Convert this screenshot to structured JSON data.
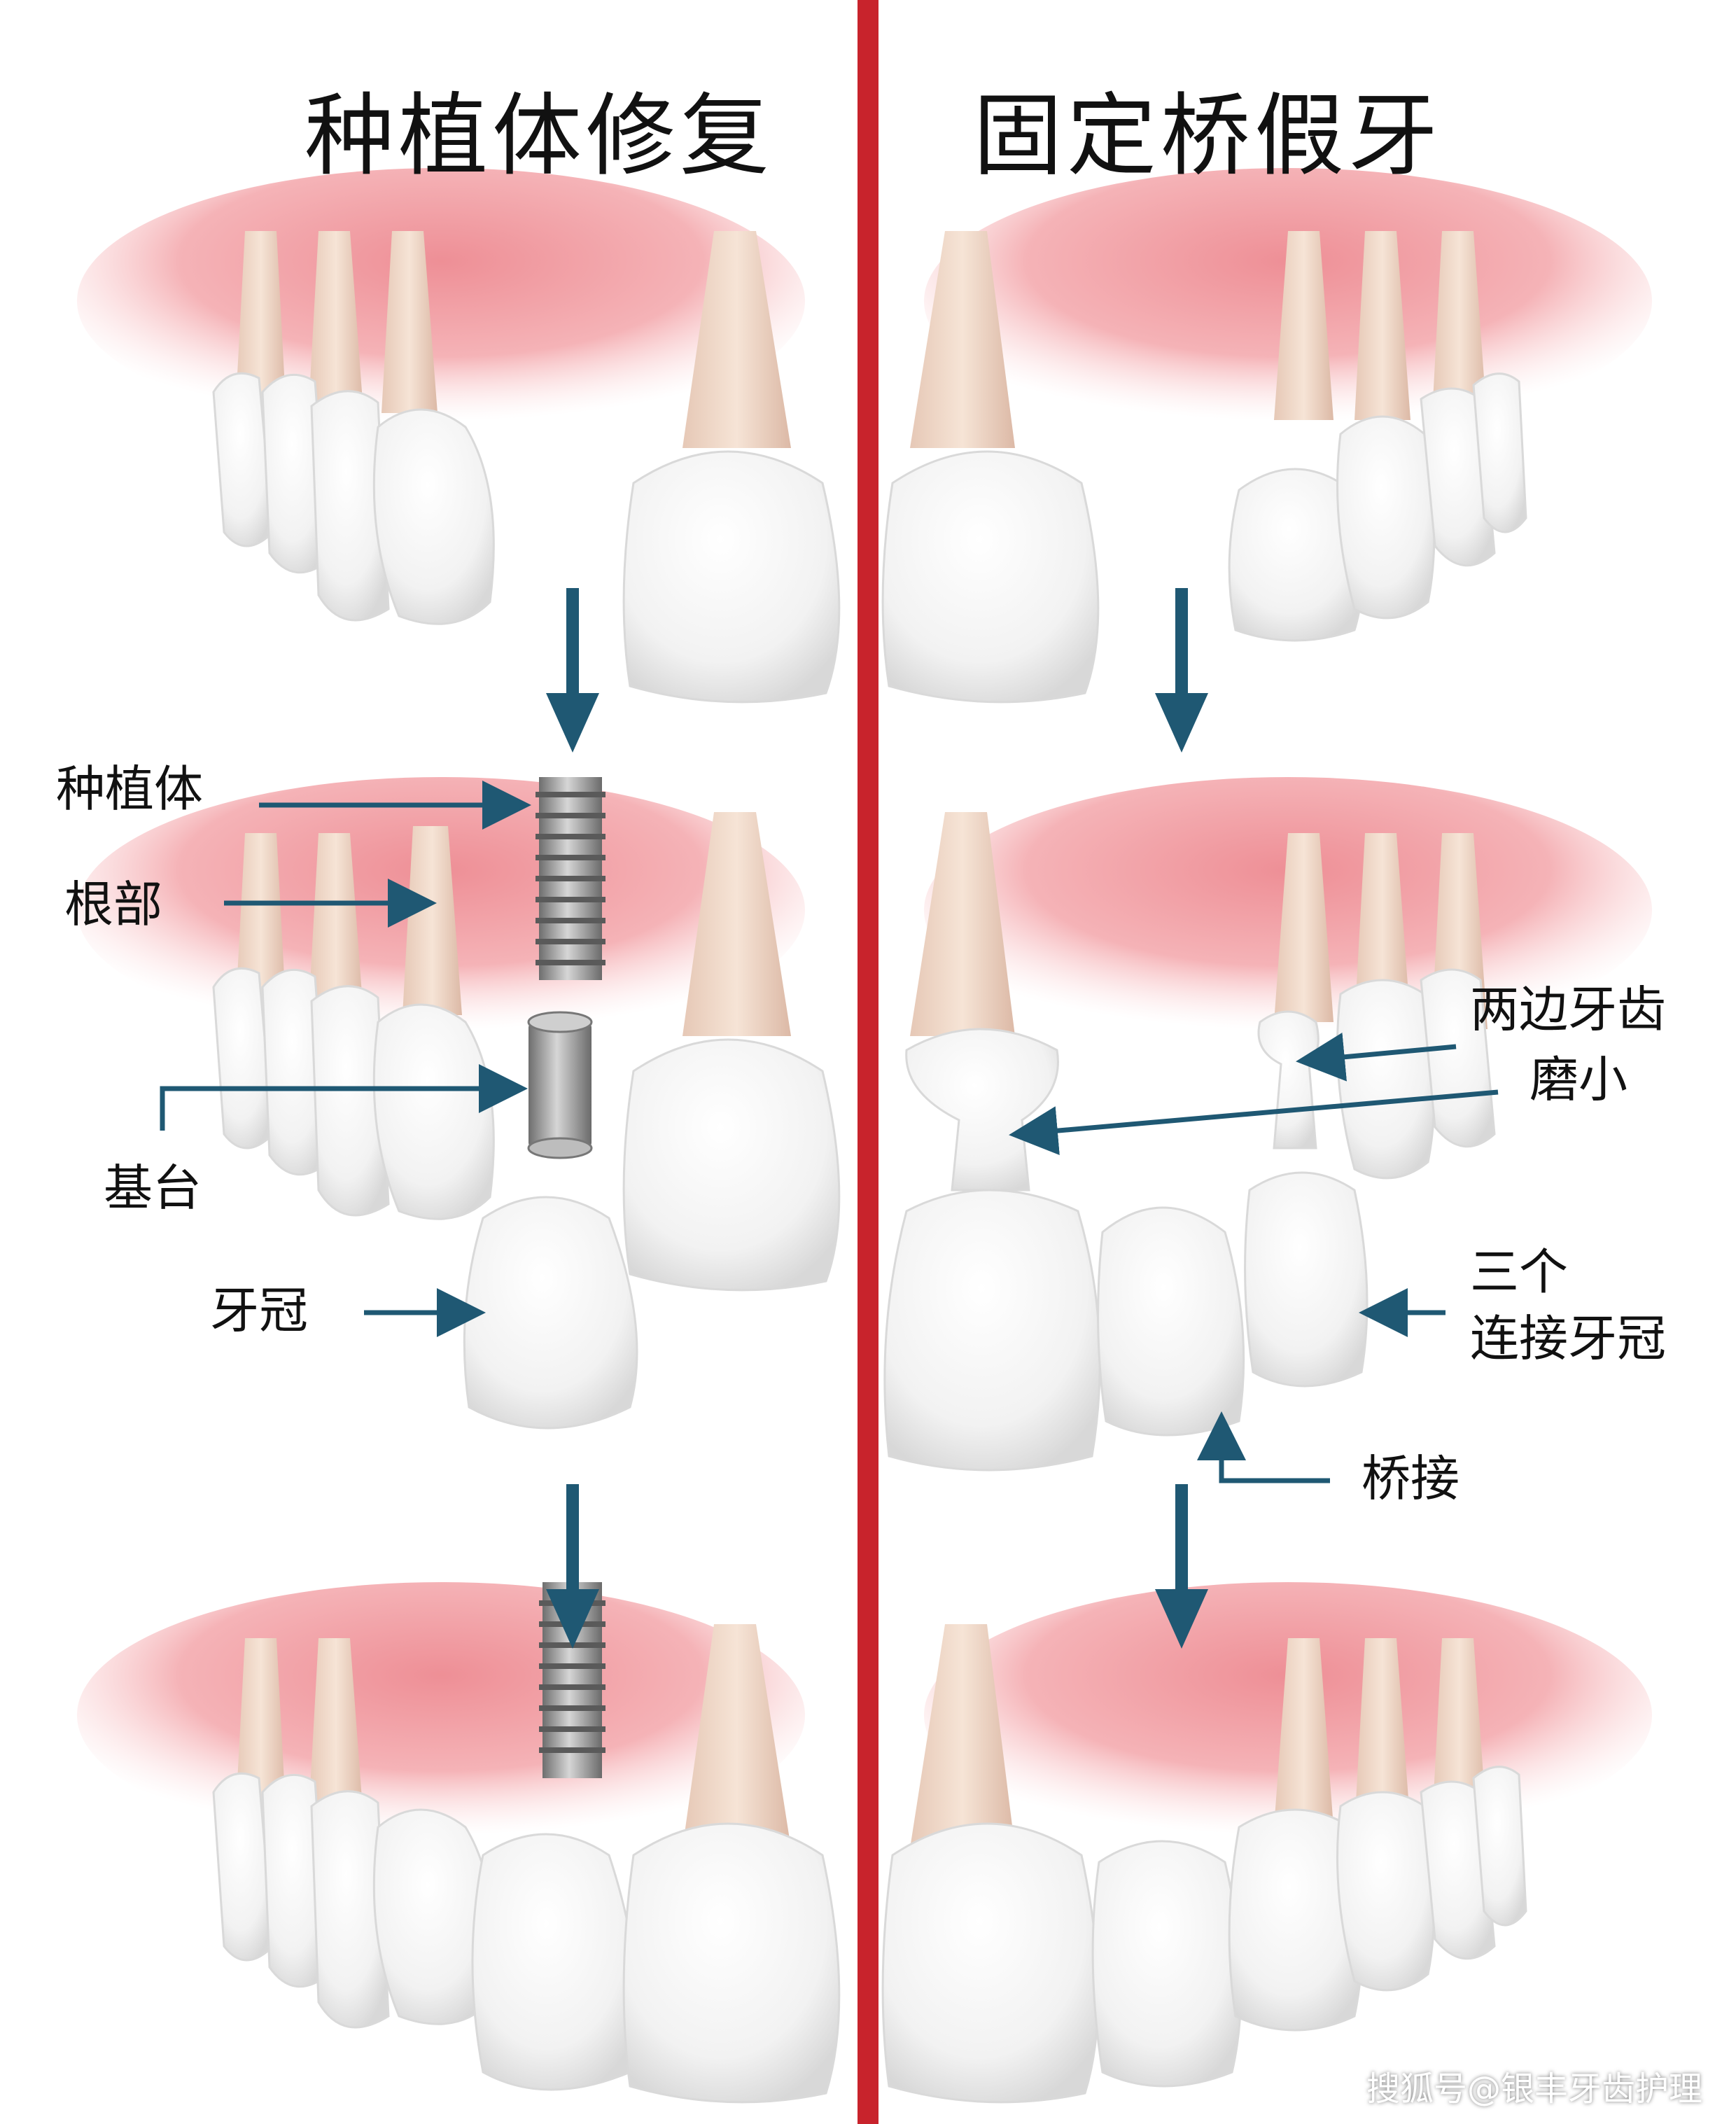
{
  "titles": {
    "left": "种植体修复",
    "right": "固定桥假牙"
  },
  "labels": {
    "implant": "种植体",
    "root": "根部",
    "abutment": "基台",
    "crown": "牙冠",
    "adjacent_teeth_line1": "两边牙齿",
    "adjacent_teeth_line2": "磨小",
    "three_crowns_line1": "三个",
    "three_crowns_line2": "连接牙冠",
    "bridge": "桥接"
  },
  "watermark": "搜狐号@银丰牙齿护理",
  "colors": {
    "divider": "#c8232c",
    "arrow": "#1f5873",
    "gum": "#f2a3a8",
    "tooth": "#f7f7f7",
    "implant_metal": "#8f8f8f"
  }
}
